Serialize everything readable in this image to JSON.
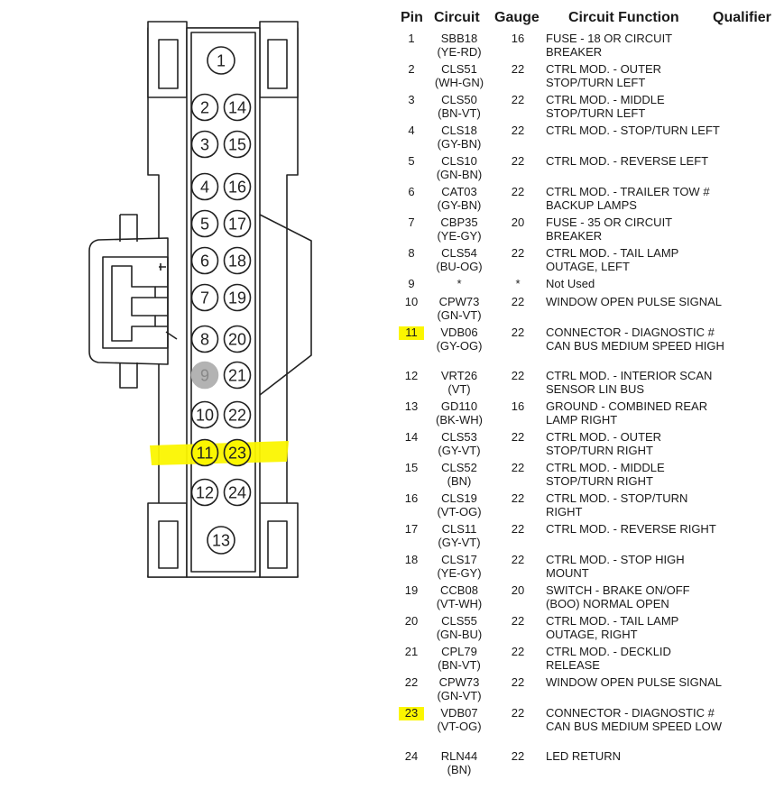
{
  "connector": {
    "pin_circles": [
      {
        "label": "1",
        "state": "normal"
      },
      {
        "label": "2",
        "state": "normal"
      },
      {
        "label": "14",
        "state": "normal"
      },
      {
        "label": "3",
        "state": "normal"
      },
      {
        "label": "15",
        "state": "normal"
      },
      {
        "label": "4",
        "state": "normal"
      },
      {
        "label": "16",
        "state": "normal"
      },
      {
        "label": "5",
        "state": "normal"
      },
      {
        "label": "17",
        "state": "normal"
      },
      {
        "label": "6",
        "state": "normal"
      },
      {
        "label": "18",
        "state": "normal"
      },
      {
        "label": "7",
        "state": "normal"
      },
      {
        "label": "19",
        "state": "normal"
      },
      {
        "label": "8",
        "state": "normal"
      },
      {
        "label": "20",
        "state": "normal"
      },
      {
        "label": "9",
        "state": "unused"
      },
      {
        "label": "21",
        "state": "normal"
      },
      {
        "label": "10",
        "state": "normal"
      },
      {
        "label": "22",
        "state": "normal"
      },
      {
        "label": "11",
        "state": "highlighted"
      },
      {
        "label": "23",
        "state": "highlighted"
      },
      {
        "label": "12",
        "state": "normal"
      },
      {
        "label": "24",
        "state": "normal"
      },
      {
        "label": "13",
        "state": "normal"
      }
    ],
    "highlight_color": "#fbf600",
    "unused_color": "#b3b3b3"
  },
  "table": {
    "headers": {
      "pin": "Pin",
      "circuit": "Circuit",
      "gauge": "Gauge",
      "function": "Circuit Function",
      "qualifier": "Qualifier"
    },
    "rows": [
      {
        "pin": "1",
        "circuit": "SBB18",
        "color": "(YE-RD)",
        "gauge": "16",
        "function": "FUSE - 18 OR CIRCUIT BREAKER",
        "highlight": false
      },
      {
        "pin": "2",
        "circuit": "CLS51",
        "color": "(WH-GN)",
        "gauge": "22",
        "function": "CTRL MOD. - OUTER STOP/TURN LEFT",
        "highlight": false
      },
      {
        "pin": "3",
        "circuit": "CLS50",
        "color": "(BN-VT)",
        "gauge": "22",
        "function": "CTRL MOD. - MIDDLE STOP/TURN LEFT",
        "highlight": false
      },
      {
        "pin": "4",
        "circuit": "CLS18",
        "color": "(GY-BN)",
        "gauge": "22",
        "function": "CTRL MOD. - STOP/TURN LEFT",
        "highlight": false
      },
      {
        "pin": "5",
        "circuit": "CLS10",
        "color": "(GN-BN)",
        "gauge": "22",
        "function": "CTRL MOD. - REVERSE LEFT",
        "highlight": false
      },
      {
        "pin": "6",
        "circuit": "CAT03",
        "color": "(GY-BN)",
        "gauge": "22",
        "function": "CTRL MOD. - TRAILER TOW # BACKUP LAMPS",
        "highlight": false
      },
      {
        "pin": "7",
        "circuit": "CBP35",
        "color": "(YE-GY)",
        "gauge": "20",
        "function": "FUSE - 35 OR CIRCUIT BREAKER",
        "highlight": false
      },
      {
        "pin": "8",
        "circuit": "CLS54",
        "color": "(BU-OG)",
        "gauge": "22",
        "function": "CTRL MOD. - TAIL LAMP OUTAGE, LEFT",
        "highlight": false
      },
      {
        "pin": "9",
        "circuit": "*",
        "color": "",
        "gauge": "*",
        "function": "Not Used",
        "highlight": false
      },
      {
        "pin": "10",
        "circuit": "CPW73",
        "color": "(GN-VT)",
        "gauge": "22",
        "function": "WINDOW OPEN PULSE SIGNAL",
        "highlight": false
      },
      {
        "pin": "11",
        "circuit": "VDB06",
        "color": "(GY-OG)",
        "gauge": "22",
        "function": "CONNECTOR - DIAGNOSTIC # CAN BUS MEDIUM SPEED HIGH",
        "highlight": true
      },
      {
        "pin": "12",
        "circuit": "VRT26",
        "color": "(VT)",
        "gauge": "22",
        "function": "CTRL MOD. - INTERIOR SCAN SENSOR LIN BUS",
        "highlight": false
      },
      {
        "pin": "13",
        "circuit": "GD110",
        "color": "(BK-WH)",
        "gauge": "16",
        "function": "GROUND - COMBINED REAR LAMP RIGHT",
        "highlight": false
      },
      {
        "pin": "14",
        "circuit": "CLS53",
        "color": "(GY-VT)",
        "gauge": "22",
        "function": "CTRL MOD. - OUTER STOP/TURN RIGHT",
        "highlight": false
      },
      {
        "pin": "15",
        "circuit": "CLS52",
        "color": "(BN)",
        "gauge": "22",
        "function": "CTRL MOD. - MIDDLE STOP/TURN RIGHT",
        "highlight": false
      },
      {
        "pin": "16",
        "circuit": "CLS19",
        "color": "(VT-OG)",
        "gauge": "22",
        "function": "CTRL MOD. - STOP/TURN RIGHT",
        "highlight": false
      },
      {
        "pin": "17",
        "circuit": "CLS11",
        "color": "(GY-VT)",
        "gauge": "22",
        "function": "CTRL MOD. - REVERSE RIGHT",
        "highlight": false
      },
      {
        "pin": "18",
        "circuit": "CLS17",
        "color": "(YE-GY)",
        "gauge": "22",
        "function": "CTRL MOD. - STOP HIGH MOUNT",
        "highlight": false
      },
      {
        "pin": "19",
        "circuit": "CCB08",
        "color": "(VT-WH)",
        "gauge": "20",
        "function": "SWITCH - BRAKE ON/OFF (BOO) NORMAL OPEN",
        "highlight": false
      },
      {
        "pin": "20",
        "circuit": "CLS55",
        "color": "(GN-BU)",
        "gauge": "22",
        "function": "CTRL MOD. - TAIL LAMP OUTAGE, RIGHT",
        "highlight": false
      },
      {
        "pin": "21",
        "circuit": "CPL79",
        "color": "(BN-VT)",
        "gauge": "22",
        "function": "CTRL MOD. - DECKLID RELEASE",
        "highlight": false
      },
      {
        "pin": "22",
        "circuit": "CPW73",
        "color": "(GN-VT)",
        "gauge": "22",
        "function": "WINDOW OPEN PULSE SIGNAL",
        "highlight": false
      },
      {
        "pin": "23",
        "circuit": "VDB07",
        "color": "(VT-OG)",
        "gauge": "22",
        "function": "CONNECTOR - DIAGNOSTIC # CAN BUS MEDIUM SPEED LOW",
        "highlight": true
      },
      {
        "pin": "24",
        "circuit": "RLN44",
        "color": "(BN)",
        "gauge": "22",
        "function": "LED RETURN",
        "highlight": false
      }
    ]
  }
}
